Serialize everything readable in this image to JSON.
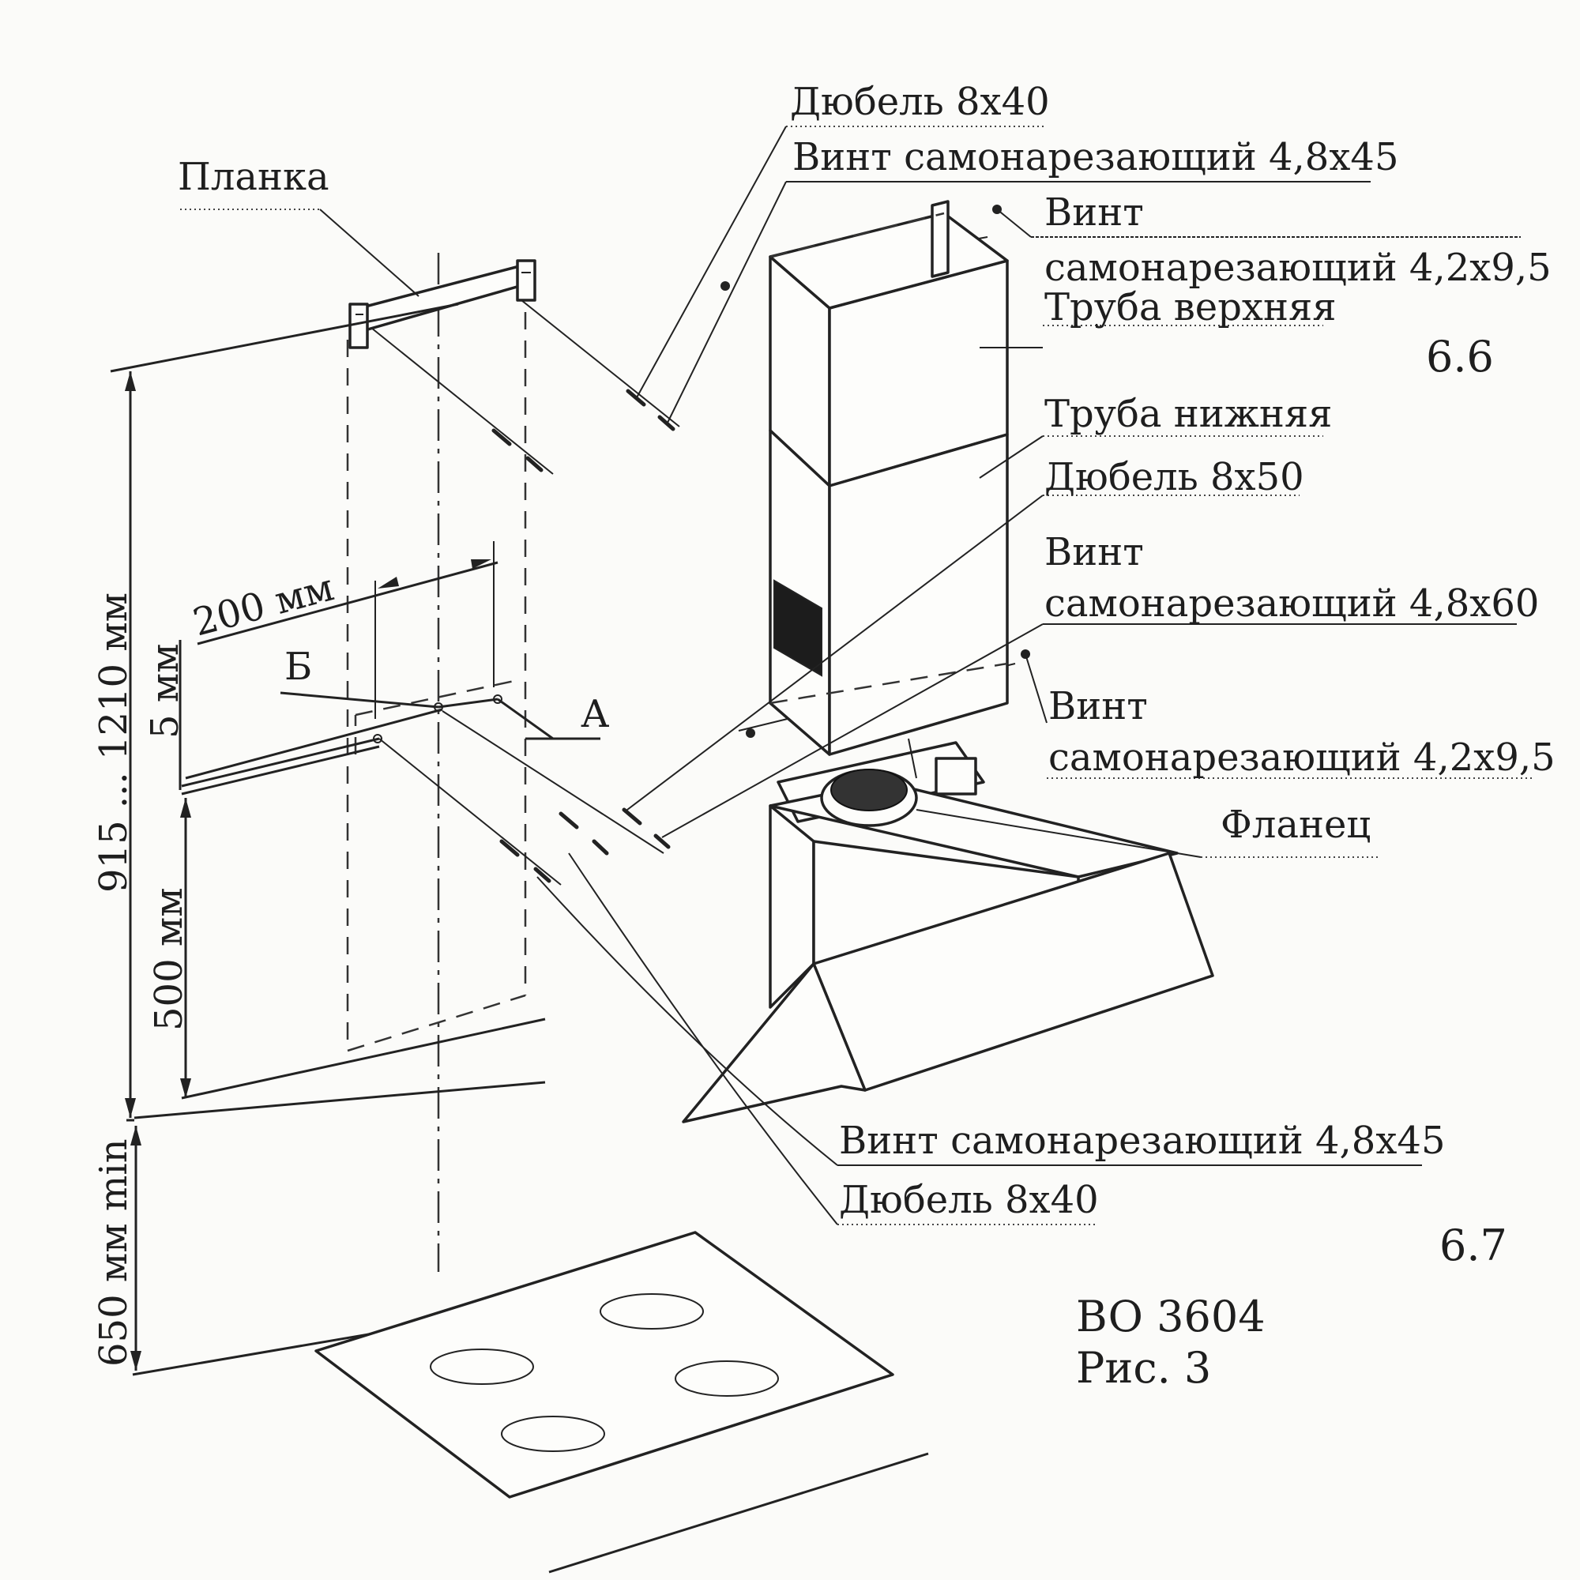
{
  "figure": {
    "model": "BO 3604",
    "caption": "Рис. 3"
  },
  "steps": {
    "upper": "6.6",
    "lower": "6.7"
  },
  "parts": {
    "plate": "Планка",
    "dowel_top": "Дюбель 8x40",
    "screw_top": "Винт самонарезающий 4,8x45",
    "screw_small_top_1": "Винт",
    "screw_small_top_2": "самонарезающий 4,2x9,5",
    "pipe_upper": "Труба верхняя",
    "pipe_lower": "Труба нижняя",
    "dowel_mid": "Дюбель 8x50",
    "screw_mid_1": "Винт",
    "screw_mid_2": "самонарезающий 4,8x60",
    "screw_small_low_1": "Винт",
    "screw_small_low_2": "самонарезающий 4,2x9,5",
    "flange": "Фланец",
    "screw_bottom": "Винт самонарезающий 4,8x45",
    "dowel_bottom": "Дюбель 8x40"
  },
  "dimensions": {
    "d200": "200 мм",
    "d5": "5 мм",
    "d500": "500 мм",
    "d_total": "915 ... 1210 мм",
    "d_min": "650 мм min"
  },
  "points": {
    "b": "Б",
    "a": "А"
  }
}
